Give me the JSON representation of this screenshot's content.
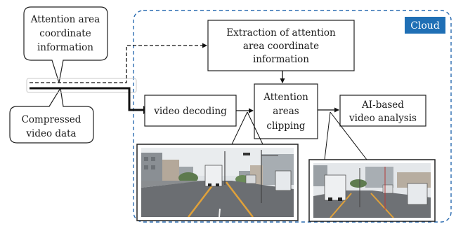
{
  "cloud": {
    "badge": "Cloud",
    "badge_color": "#1f6fb5",
    "border_color": "#2a6bb0"
  },
  "callouts": {
    "attention_coord": [
      "Attention area",
      "coordinate",
      "information"
    ],
    "compressed_video": [
      "Compressed",
      "video data"
    ]
  },
  "boxes": {
    "extraction": [
      "Extraction of attention",
      "area coordinate",
      "information"
    ],
    "decoding": [
      "video decoding"
    ],
    "clipping": [
      "Attention",
      "areas",
      "clipping"
    ],
    "analysis": [
      "AI-based",
      "video analysis"
    ]
  },
  "images": {
    "left": "road-scene-full-frame",
    "right": "road-scene-clipped-frame"
  }
}
